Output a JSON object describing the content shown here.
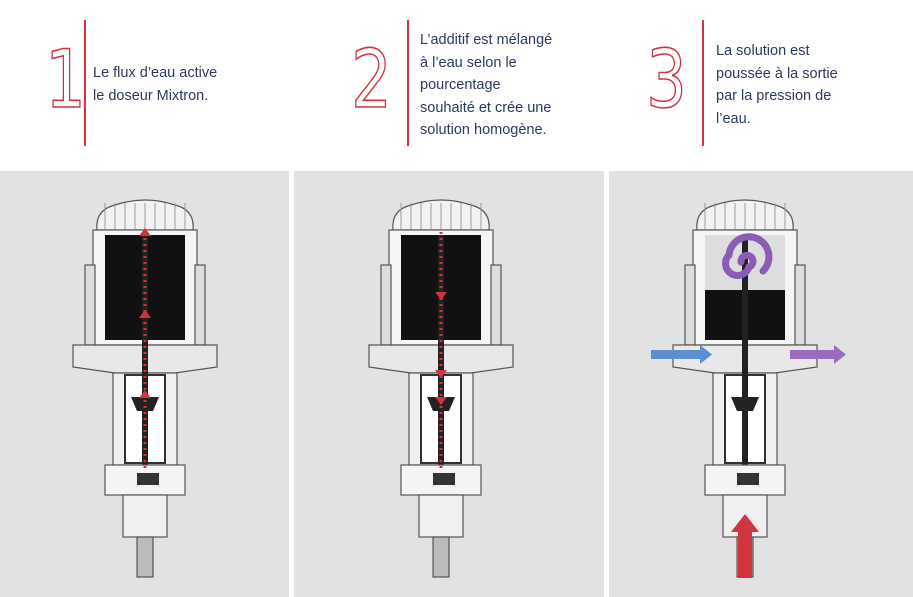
{
  "steps": [
    {
      "number": "1",
      "text_lines": [
        "Le flux d’eau active",
        "le doseur Mixtron."
      ]
    },
    {
      "number": "2",
      "text_lines": [
        "L’additif est mélangé",
        "à l’eau selon le",
        "pourcentage",
        "souhaité et crée une",
        "solution homogène."
      ]
    },
    {
      "number": "3",
      "text_lines": [
        "La solution est",
        "poussée à la sortie",
        "par la pression de",
        "l’eau."
      ]
    }
  ],
  "colors": {
    "accent": "#d0343c",
    "text": "#2b3a5c",
    "panel": "#e2e2e2",
    "inlet_arrow": "#5b8fd0",
    "outlet_arrow": "#9b6bbf",
    "swirl": "#8a5cb5"
  }
}
